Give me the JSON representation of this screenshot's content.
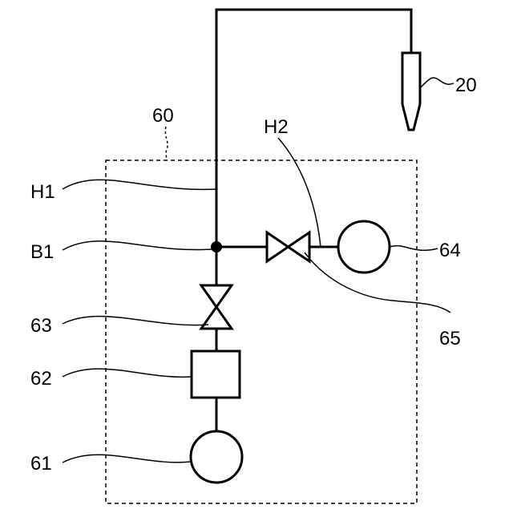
{
  "labels": {
    "box": "60",
    "nozzle": "20",
    "pipe_h1": "H1",
    "pipe_h2": "H2",
    "branch": "B1",
    "pump_right": "64",
    "valve_right": "65",
    "valve_lower": "63",
    "filter": "62",
    "source": "61"
  }
}
